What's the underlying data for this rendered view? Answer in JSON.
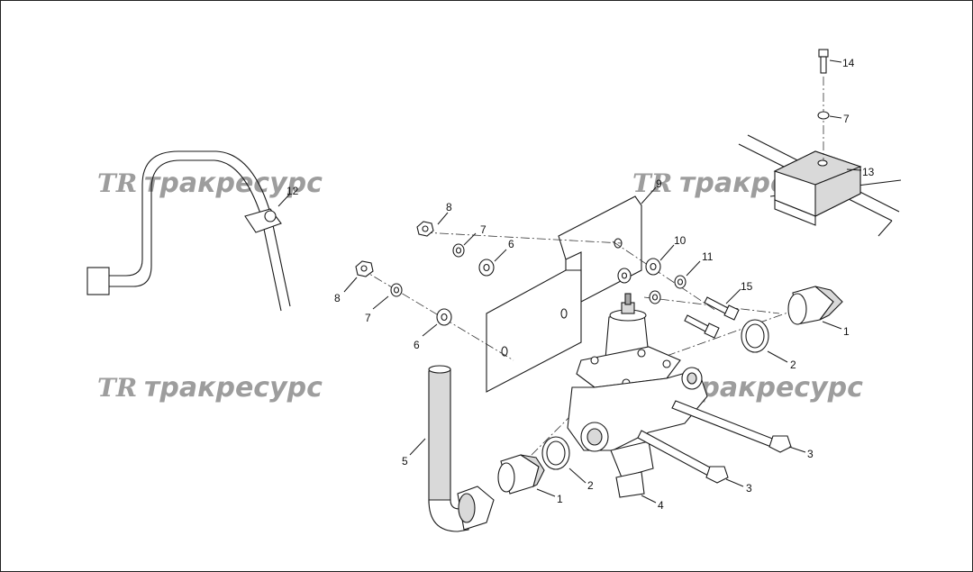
{
  "watermark": {
    "logo": "TR",
    "text": "тракресурс"
  },
  "callouts": {
    "c1a": "1",
    "c1b": "1",
    "c2a": "2",
    "c2b": "2",
    "c3a": "3",
    "c3b": "3",
    "c4": "4",
    "c5": "5",
    "c6a": "6",
    "c6b": "6",
    "c7a": "7",
    "c7b": "7",
    "c7c": "7",
    "c8a": "8",
    "c8b": "8",
    "c9": "9",
    "c10": "10",
    "c11": "11",
    "c12": "12",
    "c13": "13",
    "c14": "14",
    "c15": "15"
  },
  "colors": {
    "line": "#1a1a1a",
    "watermark": "#8c8c8c",
    "background": "#ffffff"
  }
}
